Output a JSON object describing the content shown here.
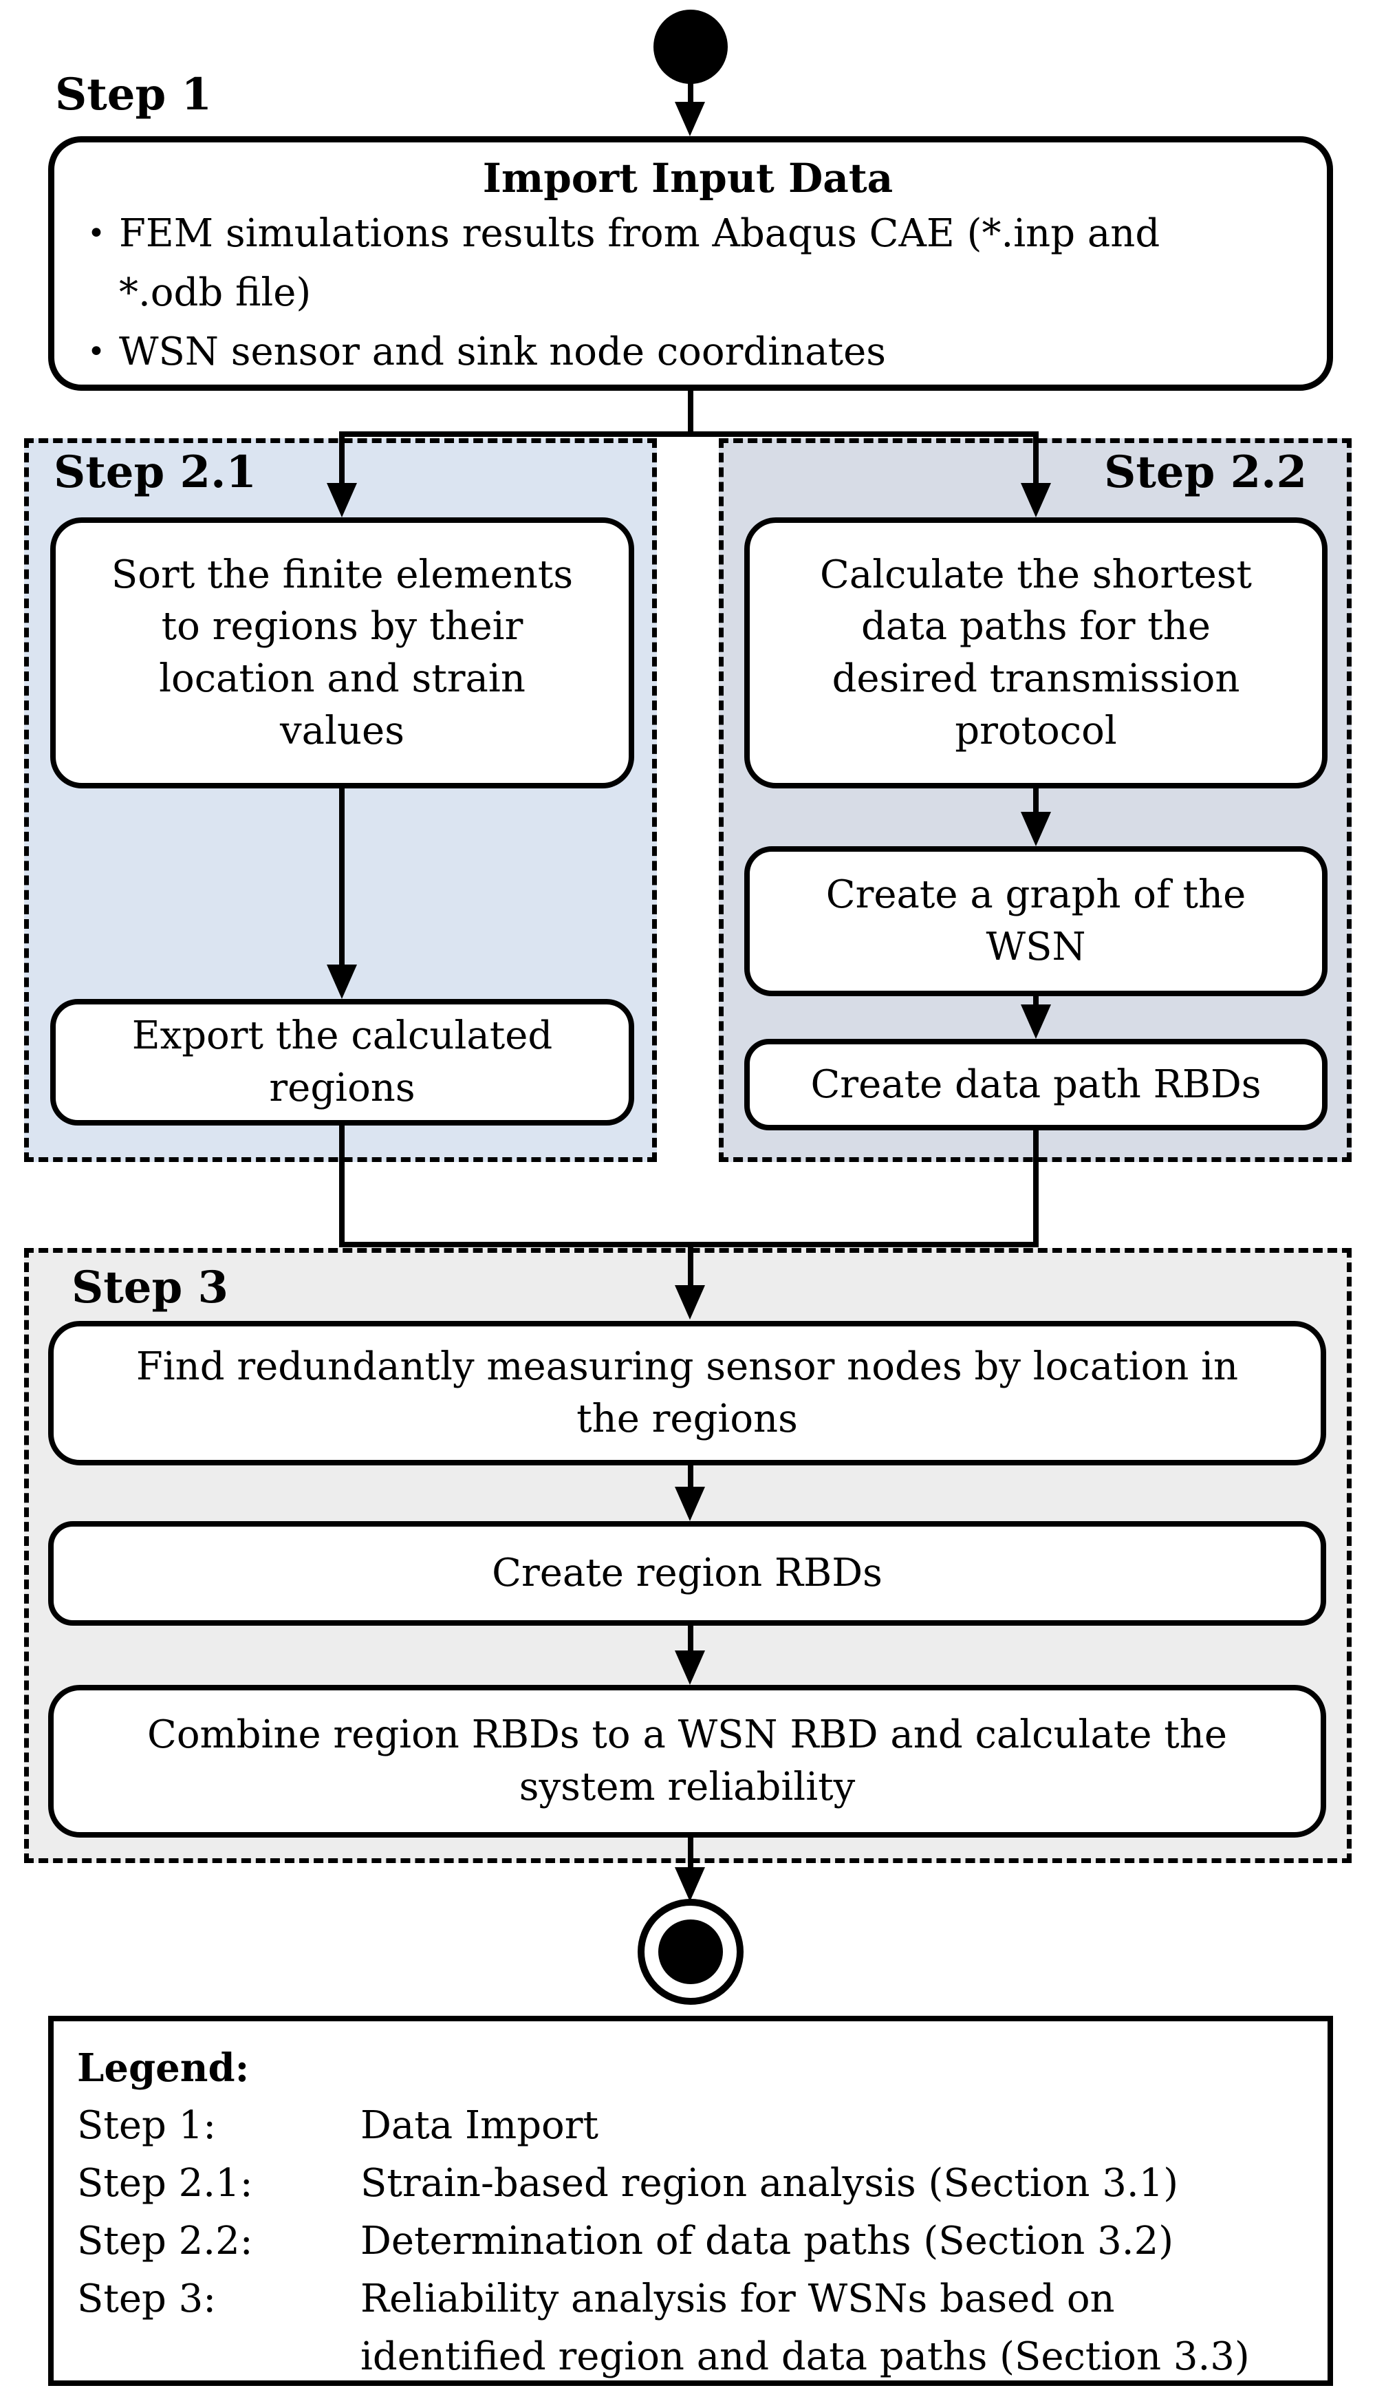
{
  "colors": {
    "step21_bg": "#dbe4f1",
    "step22_bg": "#d7dce6",
    "step3_bg": "#ededed",
    "box_bg": "#ffffff",
    "line": "#000000"
  },
  "step1": {
    "label": "Step 1",
    "import_box": {
      "title": "Import Input Data",
      "bullet_glyph": "•",
      "bullets": [
        "FEM simulations results from Abaqus CAE (*.inp and\n*.odb file)",
        "WSN sensor and sink node coordinates"
      ]
    }
  },
  "step21": {
    "label": "Step 2.1",
    "sort_box": "Sort the finite elements\nto regions by their\nlocation and strain\nvalues",
    "export_box": "Export the calculated\nregions"
  },
  "step22": {
    "label": "Step 2.2",
    "calc_box": "Calculate the shortest\ndata paths for the\ndesired transmission\nprotocol",
    "graph_box": "Create a graph of the\nWSN",
    "rbd_box": "Create data path RBDs"
  },
  "step3": {
    "label": "Step 3",
    "find_box": "Find redundantly measuring sensor nodes by location in\nthe regions",
    "region_box": "Create region RBDs",
    "combine_box": "Combine region RBDs to a WSN RBD and calculate the\nsystem reliability"
  },
  "legend": {
    "title": "Legend:",
    "rows": [
      {
        "term": "Step 1:",
        "desc": "Data Import"
      },
      {
        "term": "Step 2.1:",
        "desc": "Strain-based region analysis (Section 3.1)"
      },
      {
        "term": "Step 2.2:",
        "desc": "Determination of data paths (Section 3.2)"
      },
      {
        "term": "Step 3:",
        "desc": "Reliability analysis for WSNs based on\nidentified region and data paths (Section 3.3)"
      }
    ]
  }
}
